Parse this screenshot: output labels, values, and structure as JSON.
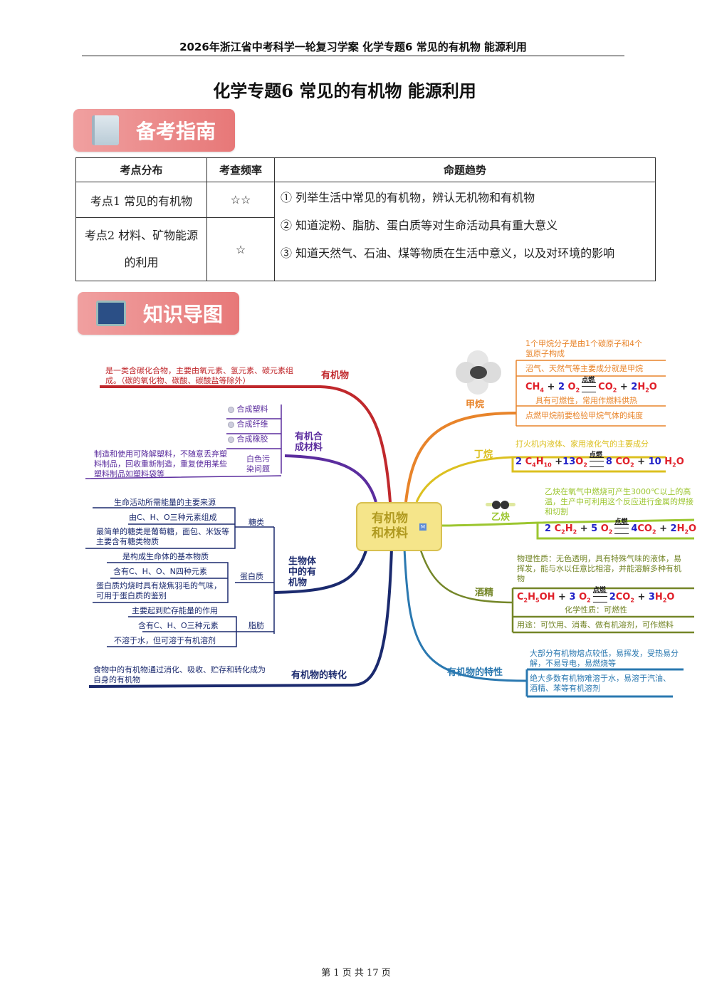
{
  "header": "2026年浙江省中考科学一轮复习学案 化学专题6 常见的有机物 能源利用",
  "title": "化学专题6 常见的有机物 能源利用",
  "banner1": "备考指南",
  "banner2": "知识导图",
  "table": {
    "headers": [
      "考点分布",
      "考查频率",
      "命题趋势"
    ],
    "rows": [
      {
        "topic": "考点1 常见的有机物",
        "freq": "☆☆"
      },
      {
        "topic": "考点2 材料、矿物能源的利用",
        "freq": "☆"
      }
    ],
    "trends": [
      "① 列举生活中常见的有机物，辨认无机物和有机物",
      "② 知道淀粉、脂肪、蛋白质等对生命活动具有重大意义",
      "③ 知道天然气、石油、煤等物质在生活中意义，以及对环境的影响"
    ]
  },
  "mindmap": {
    "center": "有机物和材料",
    "center_icon": "M",
    "colors": {
      "organic": "#c0282c",
      "synthetic": "#5b2d9e",
      "bio": "#1b2a6e",
      "transform": "#1b2a6e",
      "methane": "#e8842a",
      "butane": "#dcc020",
      "acetylene": "#9cc630",
      "alcohol": "#748628",
      "property": "#2a78b0"
    },
    "organic": {
      "label": "有机物",
      "text": "是一类含碳化合物，主要由氧元素、氢元素、碳元素组成。（碳的氧化物、碳酸、碳酸盐等除外）"
    },
    "synthetic": {
      "label": "有机合成材料",
      "items": [
        "合成塑料",
        "合成纤维",
        "合成橡胶"
      ],
      "white": "白色污染问题",
      "white_text": "制造和使用可降解塑料，不随意丢弃塑料制品，回收重新制造，重复使用某些塑料制品如塑料袋等"
    },
    "bio": {
      "label": "生物体中的有机物",
      "sugar": {
        "label": "糖类",
        "items": [
          "生命活动所需能量的主要来源",
          "由C、H、O三种元素组成",
          "最简单的糖类是葡萄糖，面包、米饭等主要含有糖类物质"
        ]
      },
      "protein": {
        "label": "蛋白质",
        "items": [
          "是构成生命体的基本物质",
          "含有C、H、O、N四种元素",
          "蛋白质灼烧时具有烧焦羽毛的气味，可用于蛋白质的鉴别"
        ]
      },
      "fat": {
        "label": "脂肪",
        "items": [
          "主要起到贮存能量的作用",
          "含有C、H、O三种元素",
          "不溶于水，但可溶于有机溶剂"
        ]
      }
    },
    "transform": {
      "label": "有机物的转化",
      "text": "食物中的有机物通过消化、吸收、贮存和转化成为自身的有机物"
    },
    "methane": {
      "label": "甲烷",
      "items": [
        "1个甲烷分子是由1个碳原子和4个氢原子构成",
        "沼气、天然气等主要成分就是甲烷",
        "具有可燃性，常用作燃料供热",
        "点燃甲烷前要检验甲烷气体的纯度"
      ],
      "formula": [
        [
          "r",
          "CH"
        ],
        [
          "rs",
          "4"
        ],
        [
          "k",
          " + "
        ],
        [
          "b",
          "2"
        ],
        [
          "r",
          " O"
        ],
        [
          "rs",
          "2"
        ],
        [
          "c",
          "点燃"
        ],
        [
          "r",
          "CO"
        ],
        [
          "rs",
          "2"
        ],
        [
          "k",
          "  + "
        ],
        [
          "b",
          "2"
        ],
        [
          "r",
          "H"
        ],
        [
          "rs",
          "2"
        ],
        [
          "r",
          "O"
        ]
      ]
    },
    "butane": {
      "label": "丁烷",
      "items": [
        "打火机内液体、家用液化气的主要成分"
      ],
      "formula": [
        [
          "b",
          "2 "
        ],
        [
          "r",
          "C"
        ],
        [
          "rs",
          "4"
        ],
        [
          "r",
          "H"
        ],
        [
          "rs",
          "10"
        ],
        [
          "k",
          " +"
        ],
        [
          "b",
          "13"
        ],
        [
          "r",
          "O"
        ],
        [
          "rs",
          "2"
        ],
        [
          "c",
          "点燃"
        ],
        [
          "b",
          "8 "
        ],
        [
          "r",
          "CO"
        ],
        [
          "rs",
          "2"
        ],
        [
          "k",
          " + "
        ],
        [
          "b",
          "10 "
        ],
        [
          "r",
          "H"
        ],
        [
          "rs",
          "2"
        ],
        [
          "r",
          "O"
        ]
      ]
    },
    "acetylene": {
      "label": "乙炔",
      "items": [
        "乙炔在氧气中燃烧可产生3000℃以上的高温，生产中可利用这个反应进行金属的焊接和切割"
      ],
      "formula": [
        [
          "b",
          "2 "
        ],
        [
          "r",
          "C"
        ],
        [
          "rs",
          "2"
        ],
        [
          "r",
          "H"
        ],
        [
          "rs",
          "2"
        ],
        [
          "k",
          " + "
        ],
        [
          "b",
          "5 "
        ],
        [
          "r",
          "O"
        ],
        [
          "rs",
          "2"
        ],
        [
          "c",
          "点燃"
        ],
        [
          "b",
          "4"
        ],
        [
          "r",
          "CO"
        ],
        [
          "rs",
          "2"
        ],
        [
          "k",
          " + "
        ],
        [
          "b",
          "2"
        ],
        [
          "r",
          "H"
        ],
        [
          "rs",
          "2"
        ],
        [
          "r",
          "O"
        ]
      ]
    },
    "alcohol": {
      "label": "酒精",
      "items": [
        "物理性质：无色透明，具有特殊气味的液体，易挥发，能与水以任意比相溶，并能溶解多种有机物",
        "化学性质：可燃性",
        "用途：可饮用、消毒、做有机溶剂，可作燃料"
      ],
      "formula": [
        [
          "r",
          "C"
        ],
        [
          "rs",
          "2"
        ],
        [
          "r",
          "H"
        ],
        [
          "rs",
          "5"
        ],
        [
          "r",
          "OH"
        ],
        [
          "k",
          " + "
        ],
        [
          "b",
          "3 "
        ],
        [
          "r",
          "O"
        ],
        [
          "rs",
          "2"
        ],
        [
          "c",
          "点燃"
        ],
        [
          "b",
          "2"
        ],
        [
          "r",
          "CO"
        ],
        [
          "rs",
          "2"
        ],
        [
          "k",
          " +  "
        ],
        [
          "b",
          "3"
        ],
        [
          "r",
          "H"
        ],
        [
          "rs",
          "2"
        ],
        [
          "r",
          "O"
        ]
      ]
    },
    "property": {
      "label": "有机物的特性",
      "items": [
        "大部分有机物熔点较低，易挥发，受热易分解，不易导电，易燃烧等",
        "绝大多数有机物难溶于水，易溶于汽油、酒精、苯等有机溶剂"
      ]
    }
  },
  "footer": "第 1 页 共 17 页"
}
